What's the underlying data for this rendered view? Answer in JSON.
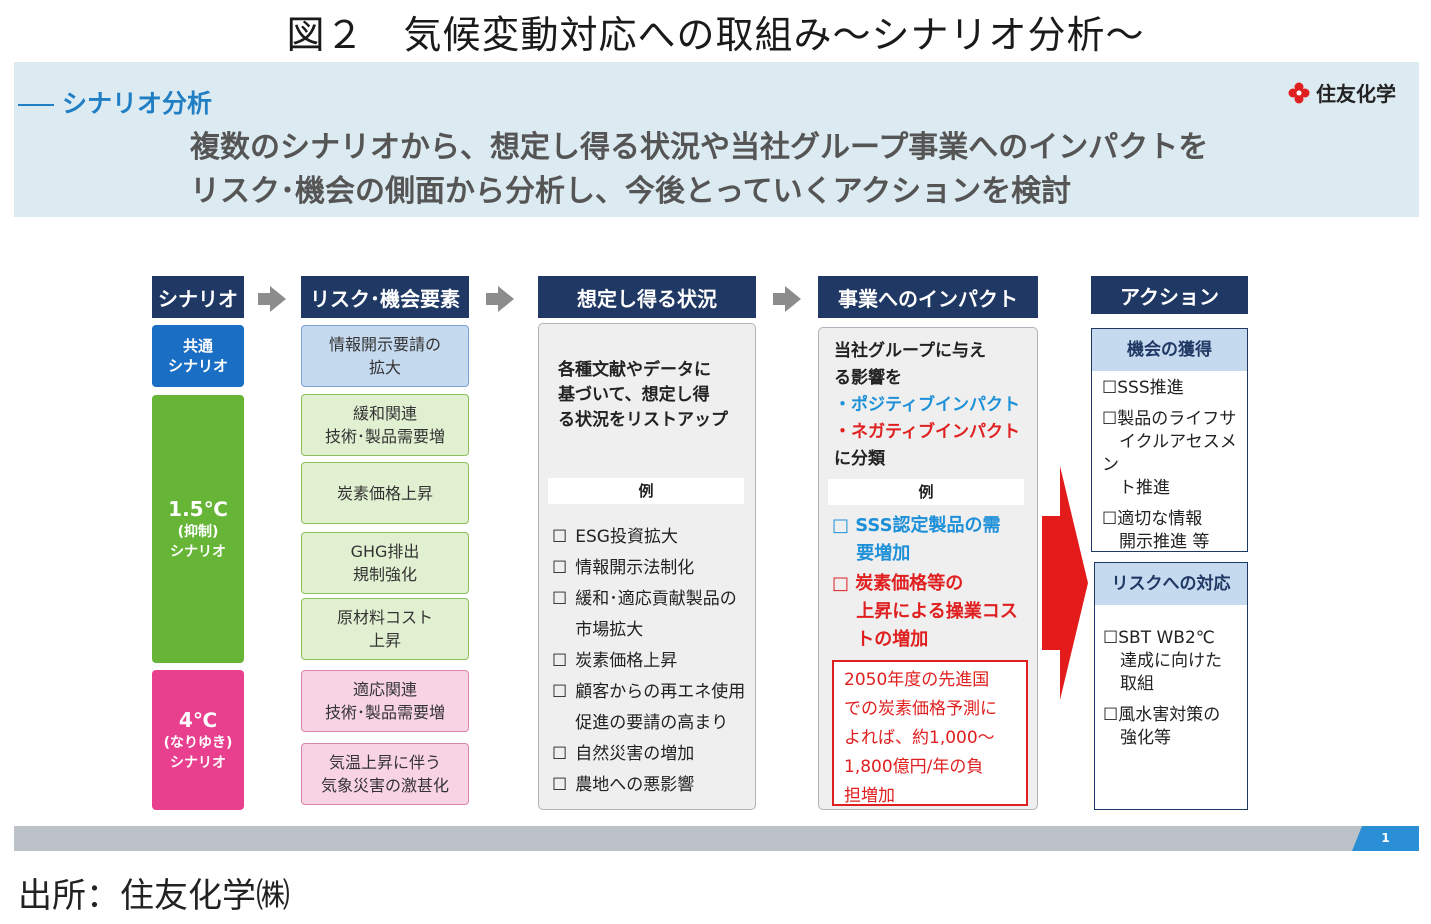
{
  "figure_title": "図２　気候変動対応への取組み～シナリオ分析～",
  "header": {
    "section_label": "シナリオ分析",
    "logo_text": "住友化学",
    "headline_line1": "複数のシナリオから、想定し得る状況や当社グループ事業へのインパクトを",
    "headline_line2": "リスク･機会の側面から分析し、今後とっていくアクションを検討"
  },
  "columns": {
    "scenario": "シナリオ",
    "risk": "リスク･機会要素",
    "situation": "想定し得る状況",
    "impact": "事業へのインパクト",
    "action": "アクション"
  },
  "scenarios": {
    "common": {
      "line1": "共通",
      "line2": "シナリオ",
      "color": "#1a6fc4"
    },
    "s15": {
      "temp": "1.5℃",
      "sub": "(抑制)",
      "label": "シナリオ",
      "color": "#66b536"
    },
    "s4": {
      "temp": "4℃",
      "sub": "(なりゆき)",
      "label": "シナリオ",
      "color": "#e8408e"
    }
  },
  "risk_items": [
    "情報開示要請の\n拡大",
    "緩和関連\n技術･製品需要増",
    "炭素価格上昇",
    "GHG排出\n規制強化",
    "原材料コスト\n上昇",
    "適応関連\n技術･製品需要増",
    "気温上昇に伴う\n気象災害の激甚化"
  ],
  "situation": {
    "intro": "各種文献やデータに\n基づいて、想定し得\nる状況をリストアップ",
    "example_label": "例",
    "checkbox": "☐",
    "items": [
      "ESG投資拡大",
      "情報開示法制化",
      "緩和･適応貢献製品の\n市場拡大",
      "炭素価格上昇",
      "顧客からの再エネ使用\n促進の要請の高まり",
      "自然災害の増加",
      "農地への悪影響"
    ]
  },
  "impact": {
    "intro": "当社グループに与え\nる影響を",
    "positive": "・ポジティブインパクト",
    "negative": "・ネガティブインパクト",
    "classify": "に分類",
    "example_label": "例",
    "ex_positive": "□ SSS認定製品の需\n　 要増加",
    "ex_negative": "□ 炭素価格等の\n　 上昇による操業コス\n　 トの増加",
    "note": "2050年度の先進国\nでの炭素価格予測に\nよれば、約1,000～\n1,800億円/年の負\n担増加",
    "positive_color": "#1e90d8",
    "negative_color": "#e02020"
  },
  "actions": {
    "opportunity": {
      "title": "機会の獲得",
      "items": [
        "☐SSS推進",
        "☐製品のライフサ\n　イクルアセスメン\n　ト推進",
        "☐適切な情報\n　開示推進 等"
      ]
    },
    "risk": {
      "title": "リスクへの対応",
      "items": [
        "☐SBT WB2℃\n　達成に向けた\n　取組",
        "☐風水害対策の\n　強化等"
      ]
    }
  },
  "page_number": "1",
  "source": "出所：住友化学㈱"
}
